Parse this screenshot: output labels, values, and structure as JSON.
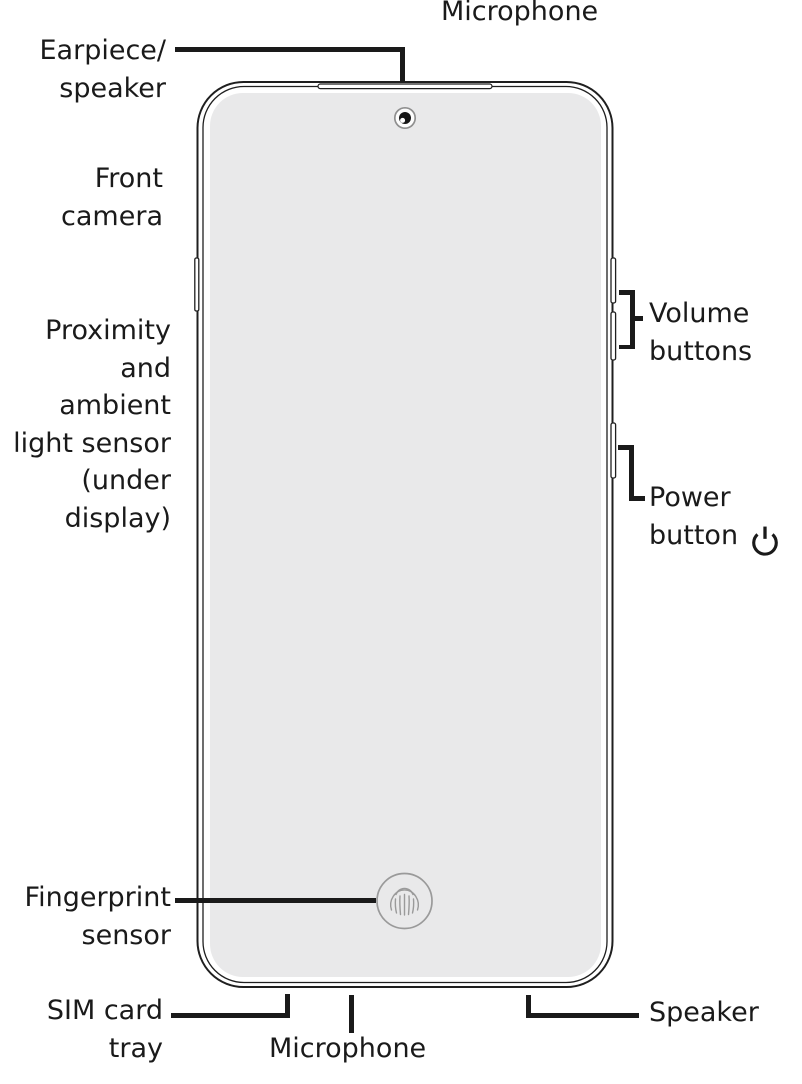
{
  "diagram": {
    "device": "Smartphone front view parts diagram",
    "labels": {
      "microphone_top": "Microphone",
      "earpiece_speaker": "Earpiece/\nspeaker",
      "front_camera": "Front\ncamera",
      "proximity_sensor": "Proximity\nand\nambient\nlight sensor\n(under\ndisplay)",
      "volume_buttons": "Volume\nbuttons",
      "power_button": "Power\nbutton",
      "fingerprint_sensor": "Fingerprint\nsensor",
      "sim_card_tray": "SIM card\ntray",
      "microphone_bottom": "Microphone",
      "speaker": "Speaker"
    },
    "icons": {
      "power": "power-standby-icon",
      "fingerprint": "fingerprint-icon",
      "front_camera": "camera-lens-icon"
    },
    "colors": {
      "line": "#1a1a1a",
      "screen": "#e9e9ea",
      "sensor_gray": "#9a9a9a",
      "background": "#ffffff"
    }
  }
}
